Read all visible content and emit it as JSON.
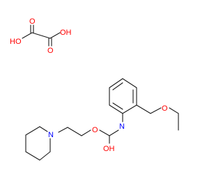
{
  "atom_labels": {
    "oxalic_ho_left": "HO",
    "oxalic_oh_right": "OH",
    "oxalic_o_top": "O",
    "oxalic_o_bottom": "O",
    "carbamate_ester_o": "O",
    "carbamate_n": "N",
    "carbamate_oh": "OH",
    "piperidine_n": "N",
    "ether_o": "O"
  },
  "colors": {
    "bond": "#1a1a1a",
    "oxygen": "#ff0000",
    "nitrogen": "#0000ff"
  }
}
